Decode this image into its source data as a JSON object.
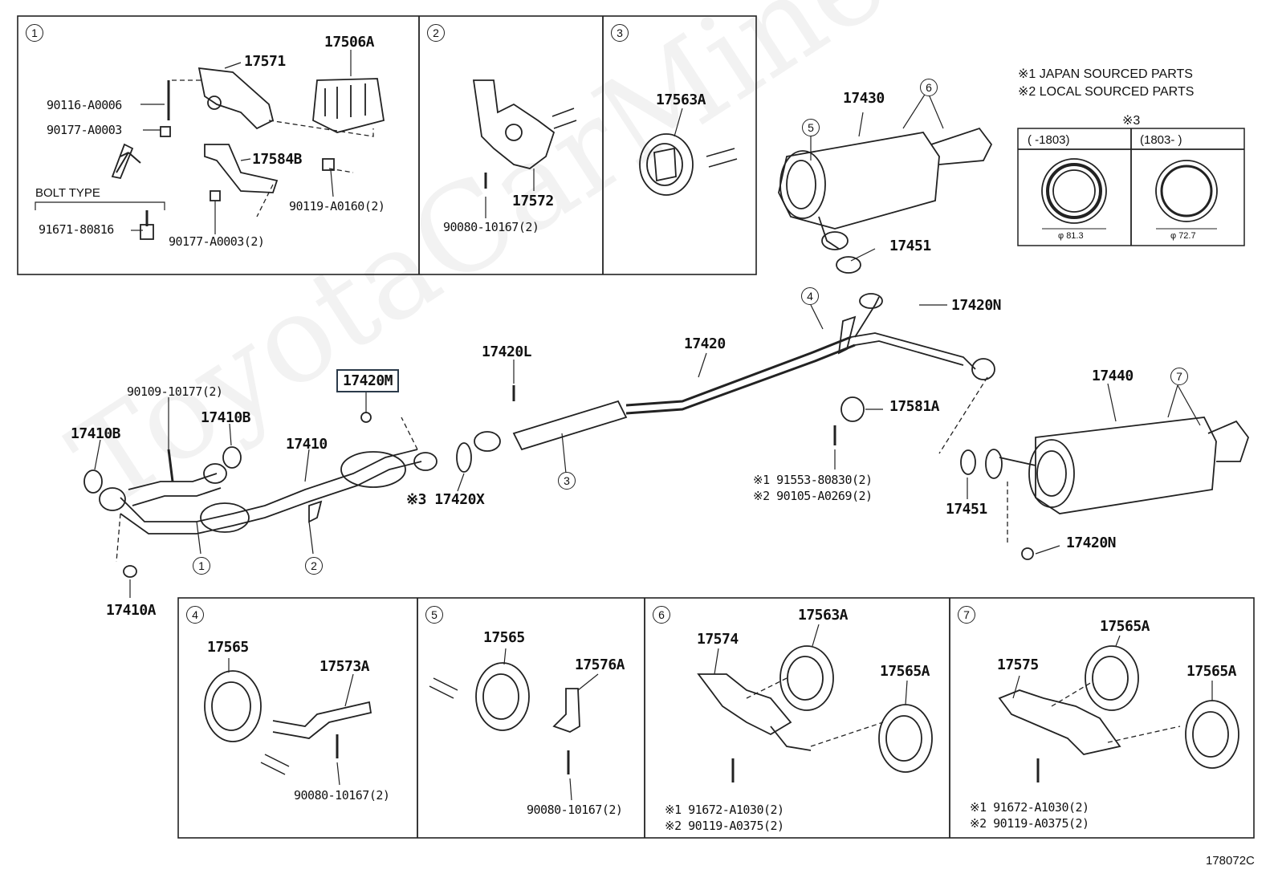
{
  "watermark": "ToyotaCarMinePart",
  "figure_code": "178072C",
  "notes": {
    "japan": "※1 JAPAN SOURCED PARTS",
    "local": "※2 LOCAL SOURCED PARTS",
    "mark3": "※3",
    "range_a": "(     -1803)",
    "range_b": "(1803-     )",
    "dia_a": "φ 81.3",
    "dia_b": "φ 72.7"
  },
  "callouts": [
    "1",
    "2",
    "3",
    "4",
    "5",
    "6",
    "7"
  ],
  "boxes": {
    "b1": {
      "p1": "17571",
      "p2": "17506A",
      "p3": "90116-A0006",
      "p4": "90177-A0003",
      "p5": "17584B",
      "p6": "90119-A0160(2)",
      "bolt_type": "BOLT TYPE",
      "p7": "91671-80816",
      "p8": "90177-A0003(2)"
    },
    "b2": {
      "p1": "17572",
      "p2": "90080-10167(2)"
    },
    "b3": {
      "p1": "17563A"
    },
    "b4": {
      "p1": "17565",
      "p2": "17573A",
      "p3": "90080-10167(2)"
    },
    "b5": {
      "p1": "17565",
      "p2": "17576A",
      "p3": "90080-10167(2)"
    },
    "b6": {
      "p1": "17574",
      "p2": "17563A",
      "p3": "17565A",
      "p4": "※1 91672-A1030(2)",
      "p5": "※2 90119-A0375(2)"
    },
    "b7": {
      "p1": "17575",
      "p2": "17565A",
      "p3": "17565A",
      "p4": "※1 91672-A1030(2)",
      "p5": "※2 90119-A0375(2)"
    }
  },
  "main": {
    "p17430": "17430",
    "p17451a": "17451",
    "p17420N_a": "17420N",
    "p17420L": "17420L",
    "p17420": "17420",
    "p17420M": "17420M",
    "p90109": "90109-10177(2)",
    "p17410B_a": "17410B",
    "p17410B_b": "17410B",
    "p17410": "17410",
    "p17420X": "※3 17420X",
    "p17581A": "17581A",
    "p91553": "※1 91553-80830(2)",
    "p90105": "※2 90105-A0269(2)",
    "p17440": "17440",
    "p17451b": "17451",
    "p17420N_b": "17420N",
    "p17410A": "17410A"
  }
}
